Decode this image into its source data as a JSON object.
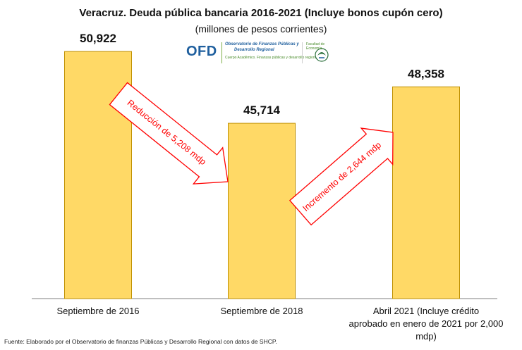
{
  "chart_data": {
    "type": "bar",
    "title": "Veracruz. Deuda pública bancaria  2016-2021 (Incluye bonos cupón cero)",
    "subtitle": "(millones de pesos corrientes)",
    "categories": [
      [
        "Septiembre de 2016"
      ],
      [
        "Septiembre de 2018"
      ],
      [
        "Abril 2021  (Incluye crédito",
        "aprobado en enero de 2021 por 2,000",
        "mdp)"
      ]
    ],
    "values": [
      50922,
      45714,
      48358
    ],
    "value_labels": [
      "50,922",
      "45,714",
      "48,358"
    ],
    "ylim": [
      33000,
      52000
    ],
    "grid": false,
    "colors": {
      "bar": "#ffd966",
      "bar_border": "#bf9000",
      "arrow_stroke": "#ff0000",
      "label": "#ff0000"
    },
    "annotations": [
      {
        "text": "Reducción de 5,208 mdp",
        "from": 0,
        "to": 1,
        "direction": "down"
      },
      {
        "text": "Incremento de 2,644 mdp",
        "from": 1,
        "to": 2,
        "direction": "up"
      }
    ]
  },
  "logo": {
    "name": "OFD",
    "line1": "Observatorio de Finanzas Públicas y",
    "line2": "Desarrollo Regional",
    "line3": "Cuerpo Académico. Finanzas públicas y desarrollo regional",
    "line4": "Facultad de Economía"
  },
  "source": "Fuente: Elaborado por el Observatorio de  finanzas Públicas y Desarrollo Regional con datos de SHCP."
}
